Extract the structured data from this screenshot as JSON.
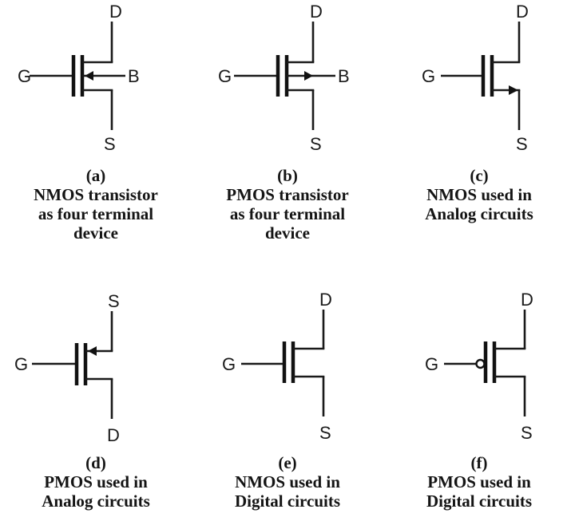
{
  "figure": {
    "colors": {
      "ink": "#111111",
      "background": "#ffffff"
    },
    "panels": [
      {
        "id": "a",
        "tag": "(a)",
        "caption_lines": [
          "NMOS transistor",
          "as four terminal",
          "device"
        ],
        "device": "NMOS",
        "symbol_style": "four-terminal",
        "terminals": {
          "top": "D",
          "bottom": "S",
          "gate": "G",
          "body": "B"
        },
        "arrow": "body-inward",
        "gate_bubble": false
      },
      {
        "id": "b",
        "tag": "(b)",
        "caption_lines": [
          "PMOS transistor",
          "as four terminal",
          "device"
        ],
        "device": "PMOS",
        "symbol_style": "four-terminal",
        "terminals": {
          "top": "D",
          "bottom": "S",
          "gate": "G",
          "body": "B"
        },
        "arrow": "body-outward",
        "gate_bubble": false
      },
      {
        "id": "c",
        "tag": "(c)",
        "caption_lines": [
          "NMOS used in",
          "Analog circuits"
        ],
        "device": "NMOS",
        "symbol_style": "analog",
        "terminals": {
          "top": "D",
          "bottom": "S",
          "gate": "G"
        },
        "arrow": "source-outward",
        "gate_bubble": false
      },
      {
        "id": "d",
        "tag": "(d)",
        "caption_lines": [
          "PMOS used in",
          "Analog circuits"
        ],
        "device": "PMOS",
        "symbol_style": "analog",
        "terminals": {
          "top": "S",
          "bottom": "D",
          "gate": "G"
        },
        "arrow": "source-inward",
        "gate_bubble": false
      },
      {
        "id": "e",
        "tag": "(e)",
        "caption_lines": [
          "NMOS used in",
          "Digital circuits"
        ],
        "device": "NMOS",
        "symbol_style": "digital",
        "terminals": {
          "top": "D",
          "bottom": "S",
          "gate": "G"
        },
        "arrow": "none",
        "gate_bubble": false
      },
      {
        "id": "f",
        "tag": "(f)",
        "caption_lines": [
          "PMOS used in",
          "Digital circuits"
        ],
        "device": "PMOS",
        "symbol_style": "digital",
        "terminals": {
          "top": "D",
          "bottom": "S",
          "gate": "G"
        },
        "arrow": "none",
        "gate_bubble": true
      }
    ]
  }
}
